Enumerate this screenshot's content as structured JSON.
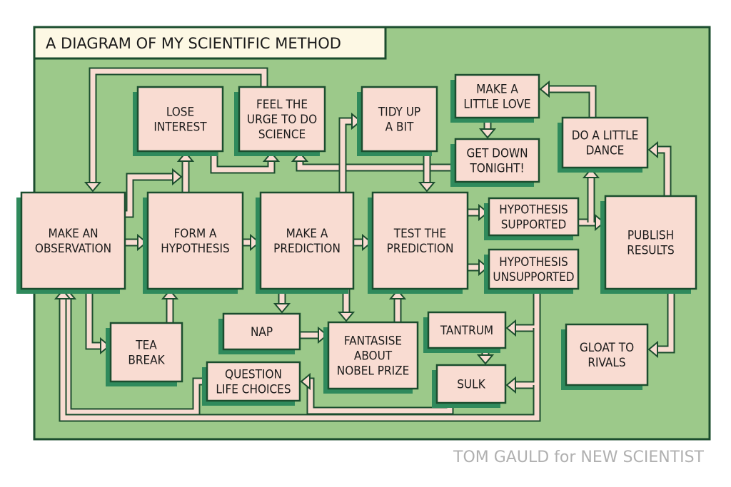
{
  "title": "A DIAGRAM OF MY SCIENTIFIC METHOD",
  "credit": "TOM GAULD for NEW SCIENTIST",
  "colors": {
    "background": "#9cc98a",
    "outline": "#1b4d2e",
    "box": "#f9dcd2",
    "shadow": "#2f8a5c",
    "title_box": "#fdf8e4",
    "credit_text": "#b0b0b0"
  },
  "nodes": [
    {
      "id": "observation",
      "lines": [
        "MAKE AN",
        "OBSERVATION"
      ]
    },
    {
      "id": "hypothesis",
      "lines": [
        "FORM A",
        "HYPOTHESIS"
      ]
    },
    {
      "id": "prediction",
      "lines": [
        "MAKE A",
        "PREDICTION"
      ]
    },
    {
      "id": "test",
      "lines": [
        "TEST THE",
        "PREDICTION"
      ]
    },
    {
      "id": "supported",
      "lines": [
        "HYPOTHESIS",
        "SUPPORTED"
      ]
    },
    {
      "id": "unsupported",
      "lines": [
        "HYPOTHESIS",
        "UNSUPPORTED"
      ]
    },
    {
      "id": "publish",
      "lines": [
        "PUBLISH",
        "RESULTS"
      ]
    },
    {
      "id": "lose",
      "lines": [
        "LOSE",
        "INTEREST"
      ]
    },
    {
      "id": "urge",
      "lines": [
        "FEEL THE",
        "URGE TO DO",
        "SCIENCE"
      ]
    },
    {
      "id": "tidy",
      "lines": [
        "TIDY UP",
        "A BIT"
      ]
    },
    {
      "id": "love",
      "lines": [
        "MAKE A",
        "LITTLE LOVE"
      ]
    },
    {
      "id": "getdown",
      "lines": [
        "GET DOWN",
        "TONIGHT!"
      ]
    },
    {
      "id": "dance",
      "lines": [
        "DO A LITTLE",
        "DANCE"
      ]
    },
    {
      "id": "gloat",
      "lines": [
        "GLOAT TO",
        "RIVALS"
      ]
    },
    {
      "id": "tea",
      "lines": [
        "TEA",
        "BREAK"
      ]
    },
    {
      "id": "nap",
      "lines": [
        "NAP"
      ]
    },
    {
      "id": "fantasise",
      "lines": [
        "FANTASISE",
        "ABOUT",
        "NOBEL PRIZE"
      ]
    },
    {
      "id": "question",
      "lines": [
        "QUESTION",
        "LIFE CHOICES"
      ]
    },
    {
      "id": "tantrum",
      "lines": [
        "TANTRUM"
      ]
    },
    {
      "id": "sulk",
      "lines": [
        "SULK"
      ]
    }
  ],
  "edges": [
    {
      "from": "observation",
      "to": "hypothesis"
    },
    {
      "from": "hypothesis",
      "to": "prediction"
    },
    {
      "from": "prediction",
      "to": "test"
    },
    {
      "from": "test",
      "to": "supported"
    },
    {
      "from": "test",
      "to": "unsupported"
    },
    {
      "from": "supported",
      "to": "publish"
    },
    {
      "from": "observation",
      "to": "lose"
    },
    {
      "from": "hypothesis",
      "to": "lose"
    },
    {
      "from": "urge",
      "to": "observation"
    },
    {
      "from": "lose",
      "to": "urge"
    },
    {
      "from": "getdown",
      "to": "urge"
    },
    {
      "from": "prediction",
      "to": "tidy"
    },
    {
      "from": "tidy",
      "to": "test"
    },
    {
      "from": "love",
      "to": "getdown"
    },
    {
      "from": "dance",
      "to": "love"
    },
    {
      "from": "publish",
      "to": "dance"
    },
    {
      "from": "publish",
      "to": "gloat"
    },
    {
      "from": "supported",
      "to": "dance"
    },
    {
      "from": "observation",
      "to": "tea"
    },
    {
      "from": "tea",
      "to": "hypothesis"
    },
    {
      "from": "prediction",
      "to": "nap"
    },
    {
      "from": "prediction",
      "to": "fantasise"
    },
    {
      "from": "nap",
      "to": "fantasise"
    },
    {
      "from": "fantasise",
      "to": "test"
    },
    {
      "from": "unsupported",
      "to": "tantrum"
    },
    {
      "from": "unsupported",
      "to": "sulk"
    },
    {
      "from": "tantrum",
      "to": "sulk"
    },
    {
      "from": "sulk",
      "to": "question"
    },
    {
      "from": "question",
      "to": "observation"
    },
    {
      "from": "unsupported",
      "to": "observation"
    }
  ]
}
